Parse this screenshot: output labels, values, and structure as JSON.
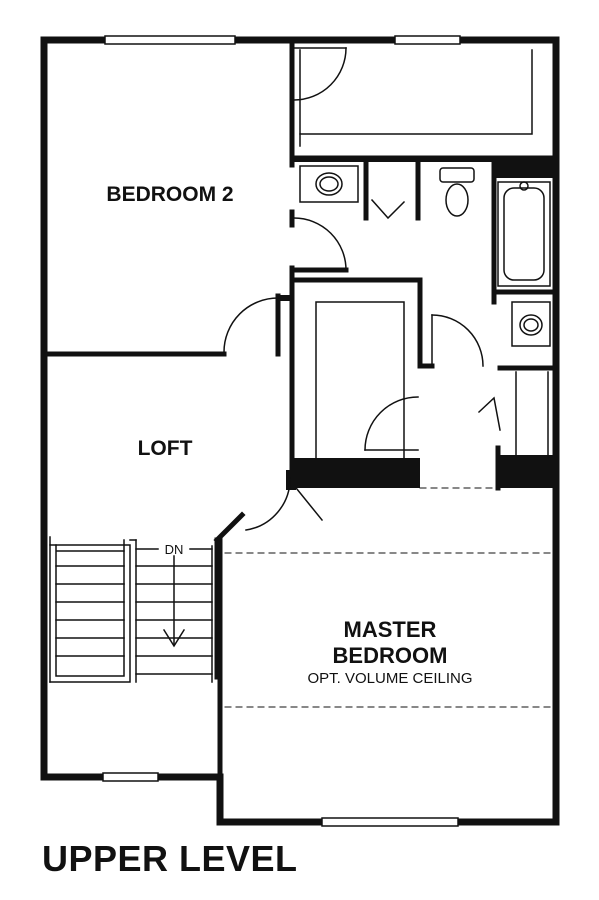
{
  "rooms": {
    "bedroom2": "BEDROOM 2",
    "loft": "LOFT",
    "master_line1": "MASTER",
    "master_line2": "BEDROOM",
    "master_note": "OPT. VOLUME CEILING"
  },
  "stairs": {
    "direction_label": "DN"
  },
  "level_title": "UPPER LEVEL"
}
